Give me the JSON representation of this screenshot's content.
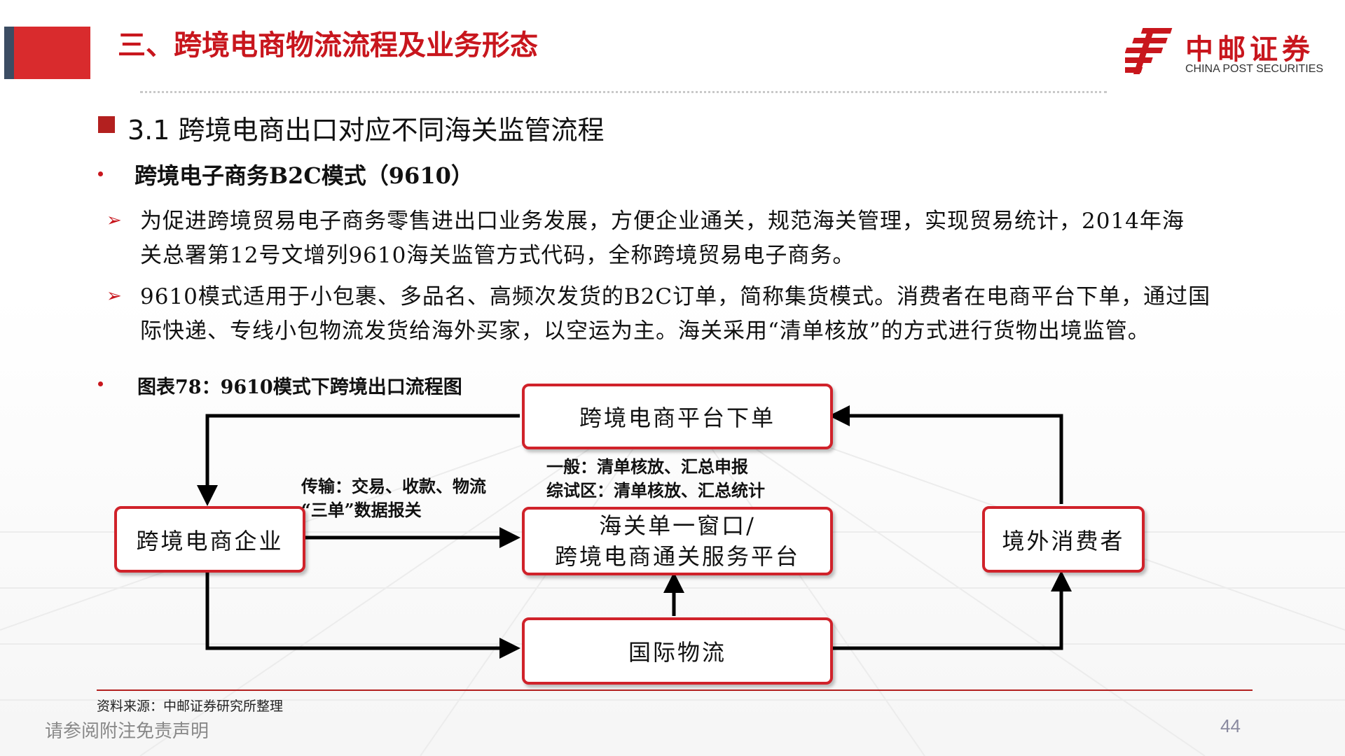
{
  "header": {
    "title": "三、跨境电商物流流程及业务形态"
  },
  "logo": {
    "name_cn": "中邮证券",
    "name_en": "CHINA POST SECURITIES"
  },
  "section": {
    "title": "3.1 跨境电商出口对应不同海关监管流程"
  },
  "subheading": "跨境电子商务B2C模式（9610）",
  "paragraphs": [
    {
      "line1": "为促进跨境贸易电子商务零售进出口业务发展，方便企业通关，规范海关管理，实现贸易统计，2014年海",
      "line2": "关总署第12号文增列9610海关监管方式代码，全称跨境贸易电子商务。"
    },
    {
      "line1": "9610模式适用于小包裹、多品名、高频次发货的B2C订单，简称集货模式。消费者在电商平台下单，通过国",
      "line2": "际快递、专线小包物流发货给海外买家，以空运为主。海关采用“清单核放”的方式进行货物出境监管。"
    }
  ],
  "figure": {
    "caption": "图表78：9610模式下跨境出口流程图",
    "nodes": {
      "platform": "跨境电商平台下单",
      "enterprise": "跨境电商企业",
      "customs_line1": "海关单一窗口/",
      "customs_line2": "跨境电商通关服务平台",
      "consumer": "境外消费者",
      "logistics": "国际物流"
    },
    "labels": {
      "transfer_line1": "传输：交易、收款、物流",
      "transfer_line2": "“三单”数据报关",
      "general": "一般：清单核放、汇总申报",
      "pilot_zone": "综试区：清单核放、汇总统计"
    }
  },
  "footer": {
    "source": "资料来源：中邮证券研究所整理",
    "disclaimer": "请参阅附注免责声明",
    "page_number": "44"
  },
  "colors": {
    "accent": "#c8161d",
    "box_border": "#d0222a",
    "stripe": "#3c4d63"
  }
}
